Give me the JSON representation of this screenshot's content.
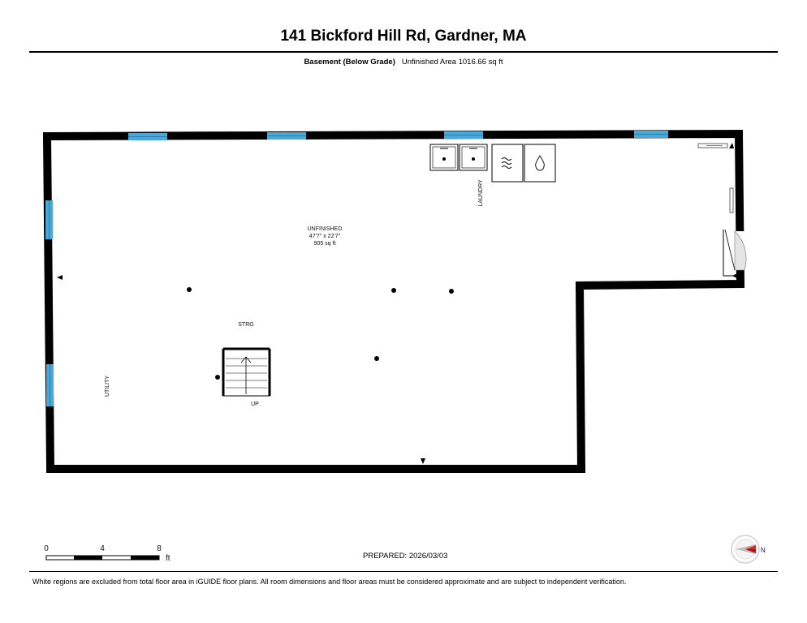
{
  "header": {
    "address": "141 Bickford Hill Rd, Gardner, MA",
    "level": "Basement (Below Grade)",
    "area_summary": "Unfinished Area 1016.66 sq ft"
  },
  "rooms": {
    "unfinished_name": "UNFINISHED",
    "unfinished_dims": "47'7\" x 22'7\"",
    "unfinished_area": "905 sq ft",
    "laundry": "LAUNDRY",
    "storage": "STRG",
    "utility": "UTILITY",
    "stairs": "UP"
  },
  "scale": {
    "ticks": [
      "0",
      "4",
      "8"
    ],
    "unit": "ft"
  },
  "compass": {
    "direction": "N"
  },
  "footer": {
    "prepared": "PREPARED: 2026/03/03",
    "disclaimer": "White regions are excluded from total floor area in iGUIDE floor plans. All room dimensions and floor areas must be considered approximate and are subject to independent verification."
  },
  "colors": {
    "wall": "#000000",
    "window": "#4aa8d8",
    "compass_arrow": "#e0262b"
  }
}
